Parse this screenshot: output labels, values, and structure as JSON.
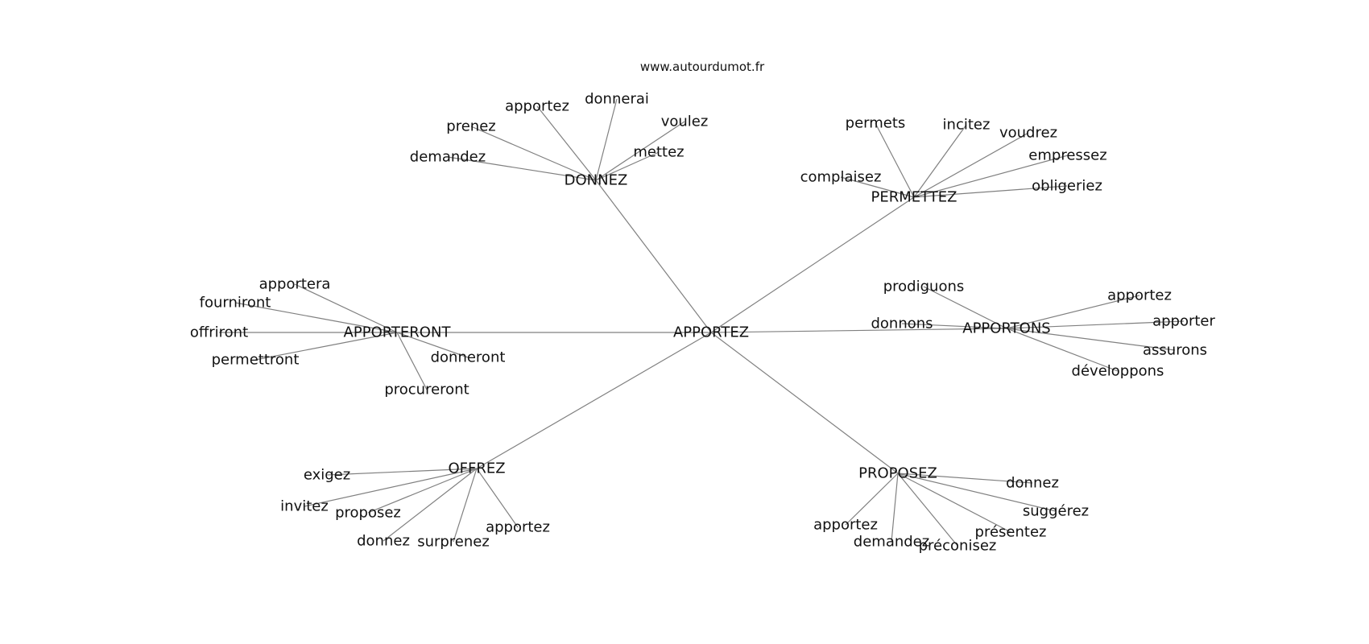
{
  "watermark": "www.autourdumot.fr",
  "center": "APPORTEZ",
  "clusters": [
    {
      "label": "DONNEZ",
      "words": [
        "demandez",
        "prenez",
        "apportez",
        "donnerai",
        "voulez",
        "mettez"
      ]
    },
    {
      "label": "PERMETTEZ",
      "words": [
        "complaisez",
        "permets",
        "incitez",
        "voudrez",
        "empressez",
        "obligeriez"
      ]
    },
    {
      "label": "APPORTERONT",
      "words": [
        "apportera",
        "fourniront",
        "offriront",
        "permettront",
        "donneront",
        "procureront"
      ]
    },
    {
      "label": "APPORTONS",
      "words": [
        "prodiguons",
        "donnons",
        "apportez",
        "apporter",
        "assurons",
        "développons"
      ]
    },
    {
      "label": "OFFREZ",
      "words": [
        "exigez",
        "invitez",
        "proposez",
        "donnez",
        "surprenez",
        "apportez"
      ]
    },
    {
      "label": "PROPOSEZ",
      "words": [
        "donnez",
        "suggérez",
        "présentez",
        "préconisez",
        "demandez",
        "apportez"
      ]
    }
  ]
}
